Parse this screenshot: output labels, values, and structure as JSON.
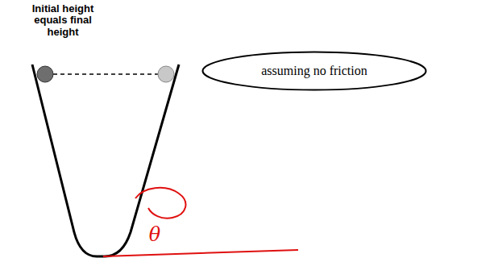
{
  "diagram": {
    "nodes": [
      {
        "text": [
          "assuming no friction"
        ]
      }
    ],
    "labels": [
      "Initial height equals final height",
      "θ"
    ]
  }
}
